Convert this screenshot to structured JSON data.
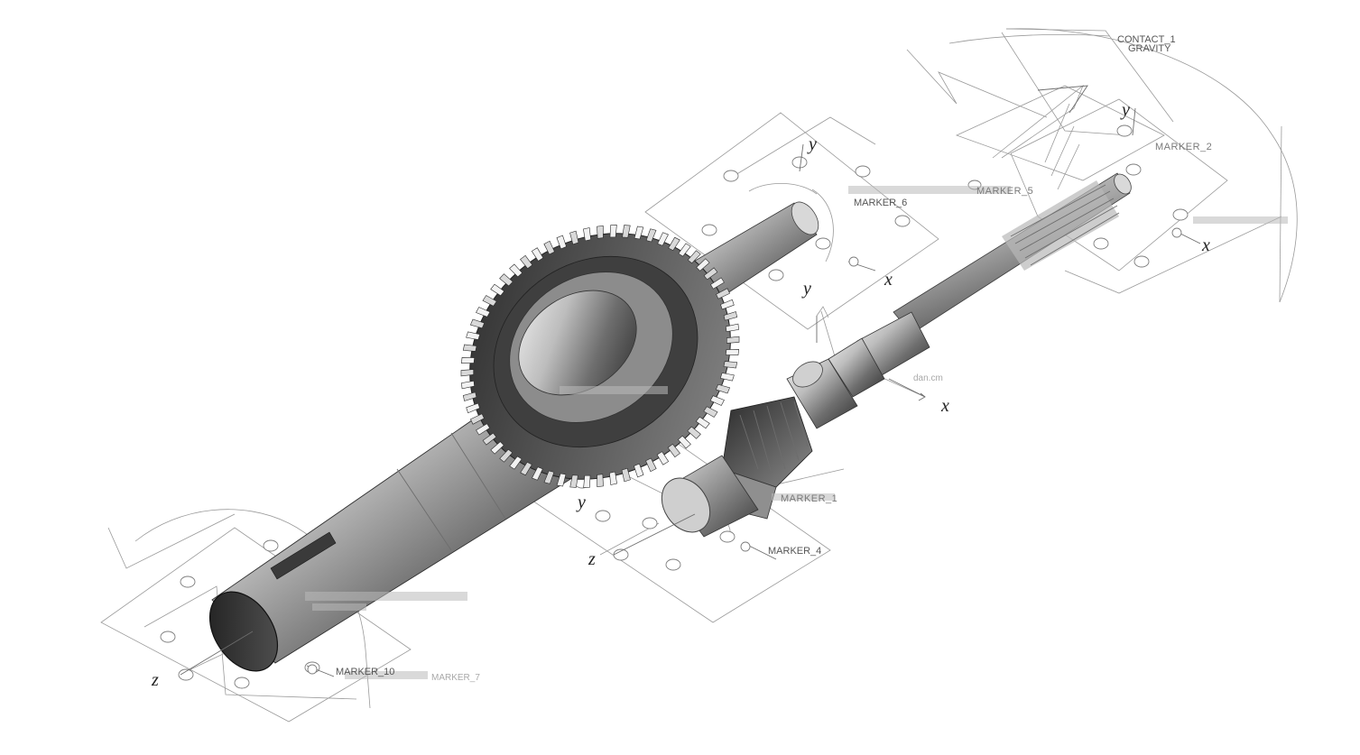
{
  "labels": {
    "contact": "CONTACT_1",
    "gravity": "GRAVITY",
    "marker_2": "MARKER_2",
    "marker_6": "MARKER_6",
    "marker_1": "MARKER_1",
    "marker_4": "MARKER_4",
    "marker_10": "MARKER_10",
    "marker_7": "MARKER_7",
    "marker_5": "MARKER_5",
    "dan_cm": "dan.cm"
  },
  "axes": {
    "x": "x",
    "y": "y",
    "z": "z"
  },
  "colors": {
    "background": "#ffffff",
    "wireframe": "#9a9a9a",
    "metal_dark": "#3a3a3a",
    "metal_light": "#e6e6e6",
    "axis_text": "#222222"
  }
}
